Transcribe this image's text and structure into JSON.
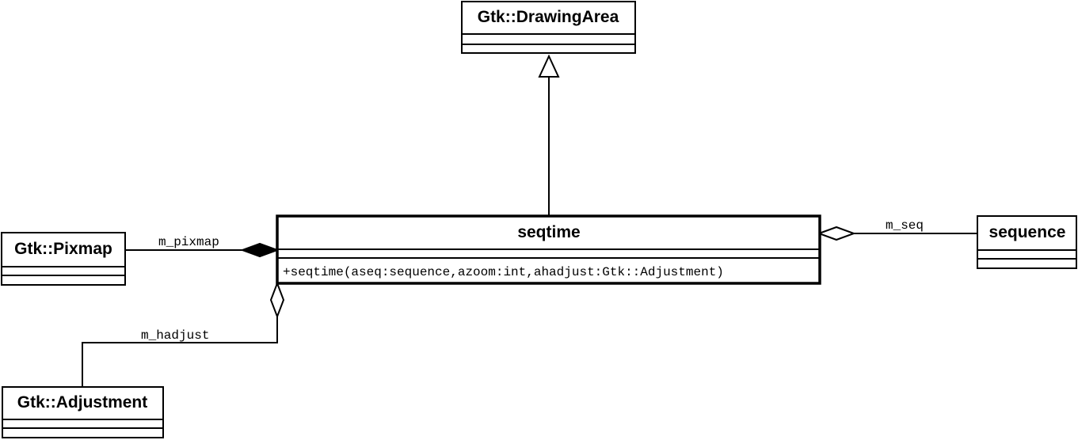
{
  "classes": {
    "drawing_area": {
      "name": "Gtk::DrawingArea"
    },
    "seqtime": {
      "name": "seqtime",
      "operations": [
        "+seqtime(aseq:sequence,azoom:int,ahadjust:Gtk::Adjustment)"
      ]
    },
    "pixmap": {
      "name": "Gtk::Pixmap"
    },
    "sequence": {
      "name": "sequence"
    },
    "adjustment": {
      "name": "Gtk::Adjustment"
    }
  },
  "relations": {
    "pixmap": {
      "type": "composition",
      "label": "m_pixmap"
    },
    "seq": {
      "type": "aggregation",
      "label": "m_seq"
    },
    "hadjust": {
      "type": "aggregation",
      "label": "m_hadjust"
    },
    "drawing_area": {
      "type": "generalization",
      "label": ""
    }
  }
}
